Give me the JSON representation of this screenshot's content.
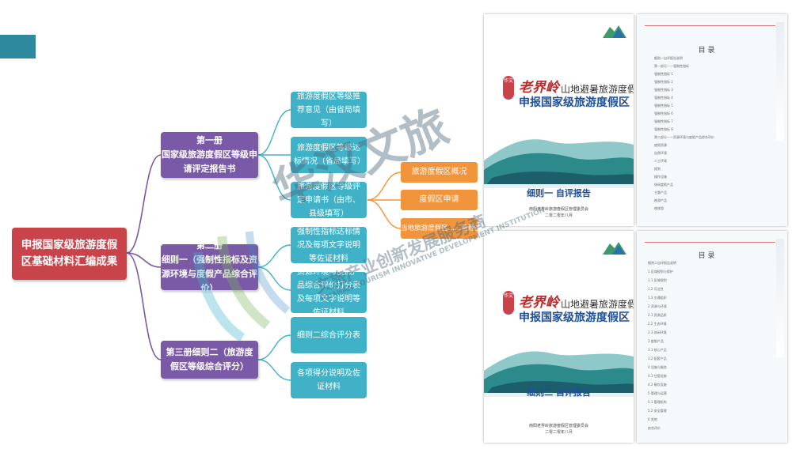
{
  "root": {
    "label": "申报国家级旅游度假区基础材料汇编成果"
  },
  "volumes": [
    {
      "title": "第一册",
      "subtitle": "国家级旅游度假区等级申请评定报告书"
    },
    {
      "title": "第二册",
      "subtitle": "细则一（强制性指标及资源环境与度假产品综合评价）"
    },
    {
      "title": "第三册细则二（旅游度假区等级综合评分）"
    }
  ],
  "leaves": [
    {
      "label": "旅游度假区等级推荐意见（由省局填写）"
    },
    {
      "label": "旅游度假区等级达标情况（省局填写）"
    },
    {
      "label": "旅游度假区等级评定申请书（由市、县级填写）"
    },
    {
      "label": "强制性指标达标情况及每项文字说明等佐证材料"
    },
    {
      "label": "资源环境与度假产品综合评价打分表及每项文字说明等佐证材料"
    },
    {
      "label": "细则二综合评分表"
    },
    {
      "label": "各项得分说明及佐证材料"
    }
  ],
  "sub_items": [
    {
      "label": "旅游度假区概况"
    },
    {
      "label": "度假区申请"
    },
    {
      "label": "当地旅游度假区……管理委员会（签章）"
    }
  ],
  "documents": [
    {
      "cover": {
        "badge": "华文",
        "brand": "老界岭",
        "title_line1": "山地避暑旅游度假区",
        "title_line2": "申报国家级旅游度假区",
        "subtitle": "细则一 自评报告",
        "org": "南阳老界岭旅游度假区管理委员会",
        "date": "二零二零年八月"
      },
      "toc": {
        "title": "目 录",
        "rows": [
          "细则一自评报告说明",
          "第一部分——强制性指标",
          "强制性指标 1",
          "强制性指标 2",
          "强制性指标 3",
          "强制性指标 4",
          "强制性指标 5",
          "强制性指标 6",
          "强制性指标 7",
          "强制性指标 8",
          "第二部分——资源环境与度假产品综合评价",
          "度假资源",
          "自然环境",
          "人工环境",
          "规划",
          "操作设施",
          "休闲度假产品",
          "主题产品",
          "夜游产品",
          "夜旅游"
        ]
      }
    },
    {
      "cover": {
        "badge": "华文",
        "brand": "老界岭",
        "title_line1": "山地避暑旅游度假区",
        "title_line2": "申报国家级旅游度假区",
        "subtitle": "细则二 自评报告",
        "org": "南阳老界岭旅游度假区管理委员会",
        "date": "二零二零年八月"
      },
      "toc": {
        "title": "目 录",
        "rows": [
          "细则二自评报告说明",
          "1 区域规划与保护",
          "1.1 区域规划",
          "1.2 可达性",
          "1.3 交通组织",
          "2 资源与环境",
          "2.1 资源品质",
          "2.2 生态环境",
          "2.3 休闲环境",
          "3 度假产品",
          "3.1 核心产品",
          "3.2 配套产品",
          "4 设施与服务",
          "4.1 住宿设施",
          "4.2 餐饮设施",
          "5 管理与运营",
          "5.1 管理机构",
          "5.2 安全管理",
          "6 其他",
          "综合评价"
        ]
      }
    }
  ],
  "watermark": {
    "logo_text": "华汉文旅",
    "cn_line": "文旅产业创新发展服务商",
    "en_line": "HUAHAN TOURISM INNOVATIVE DEVELOPMENT INSTITUTION"
  },
  "colors": {
    "root": "#c9444a",
    "level1": "#7a5aa6",
    "leaf": "#40b2c8",
    "sub": "#f2943c",
    "connector_root": "#7a5aa6",
    "connector_leaf": "#40b2c8",
    "connector_sub": "#f2943c",
    "corner_tab": "#2d8a9e"
  }
}
